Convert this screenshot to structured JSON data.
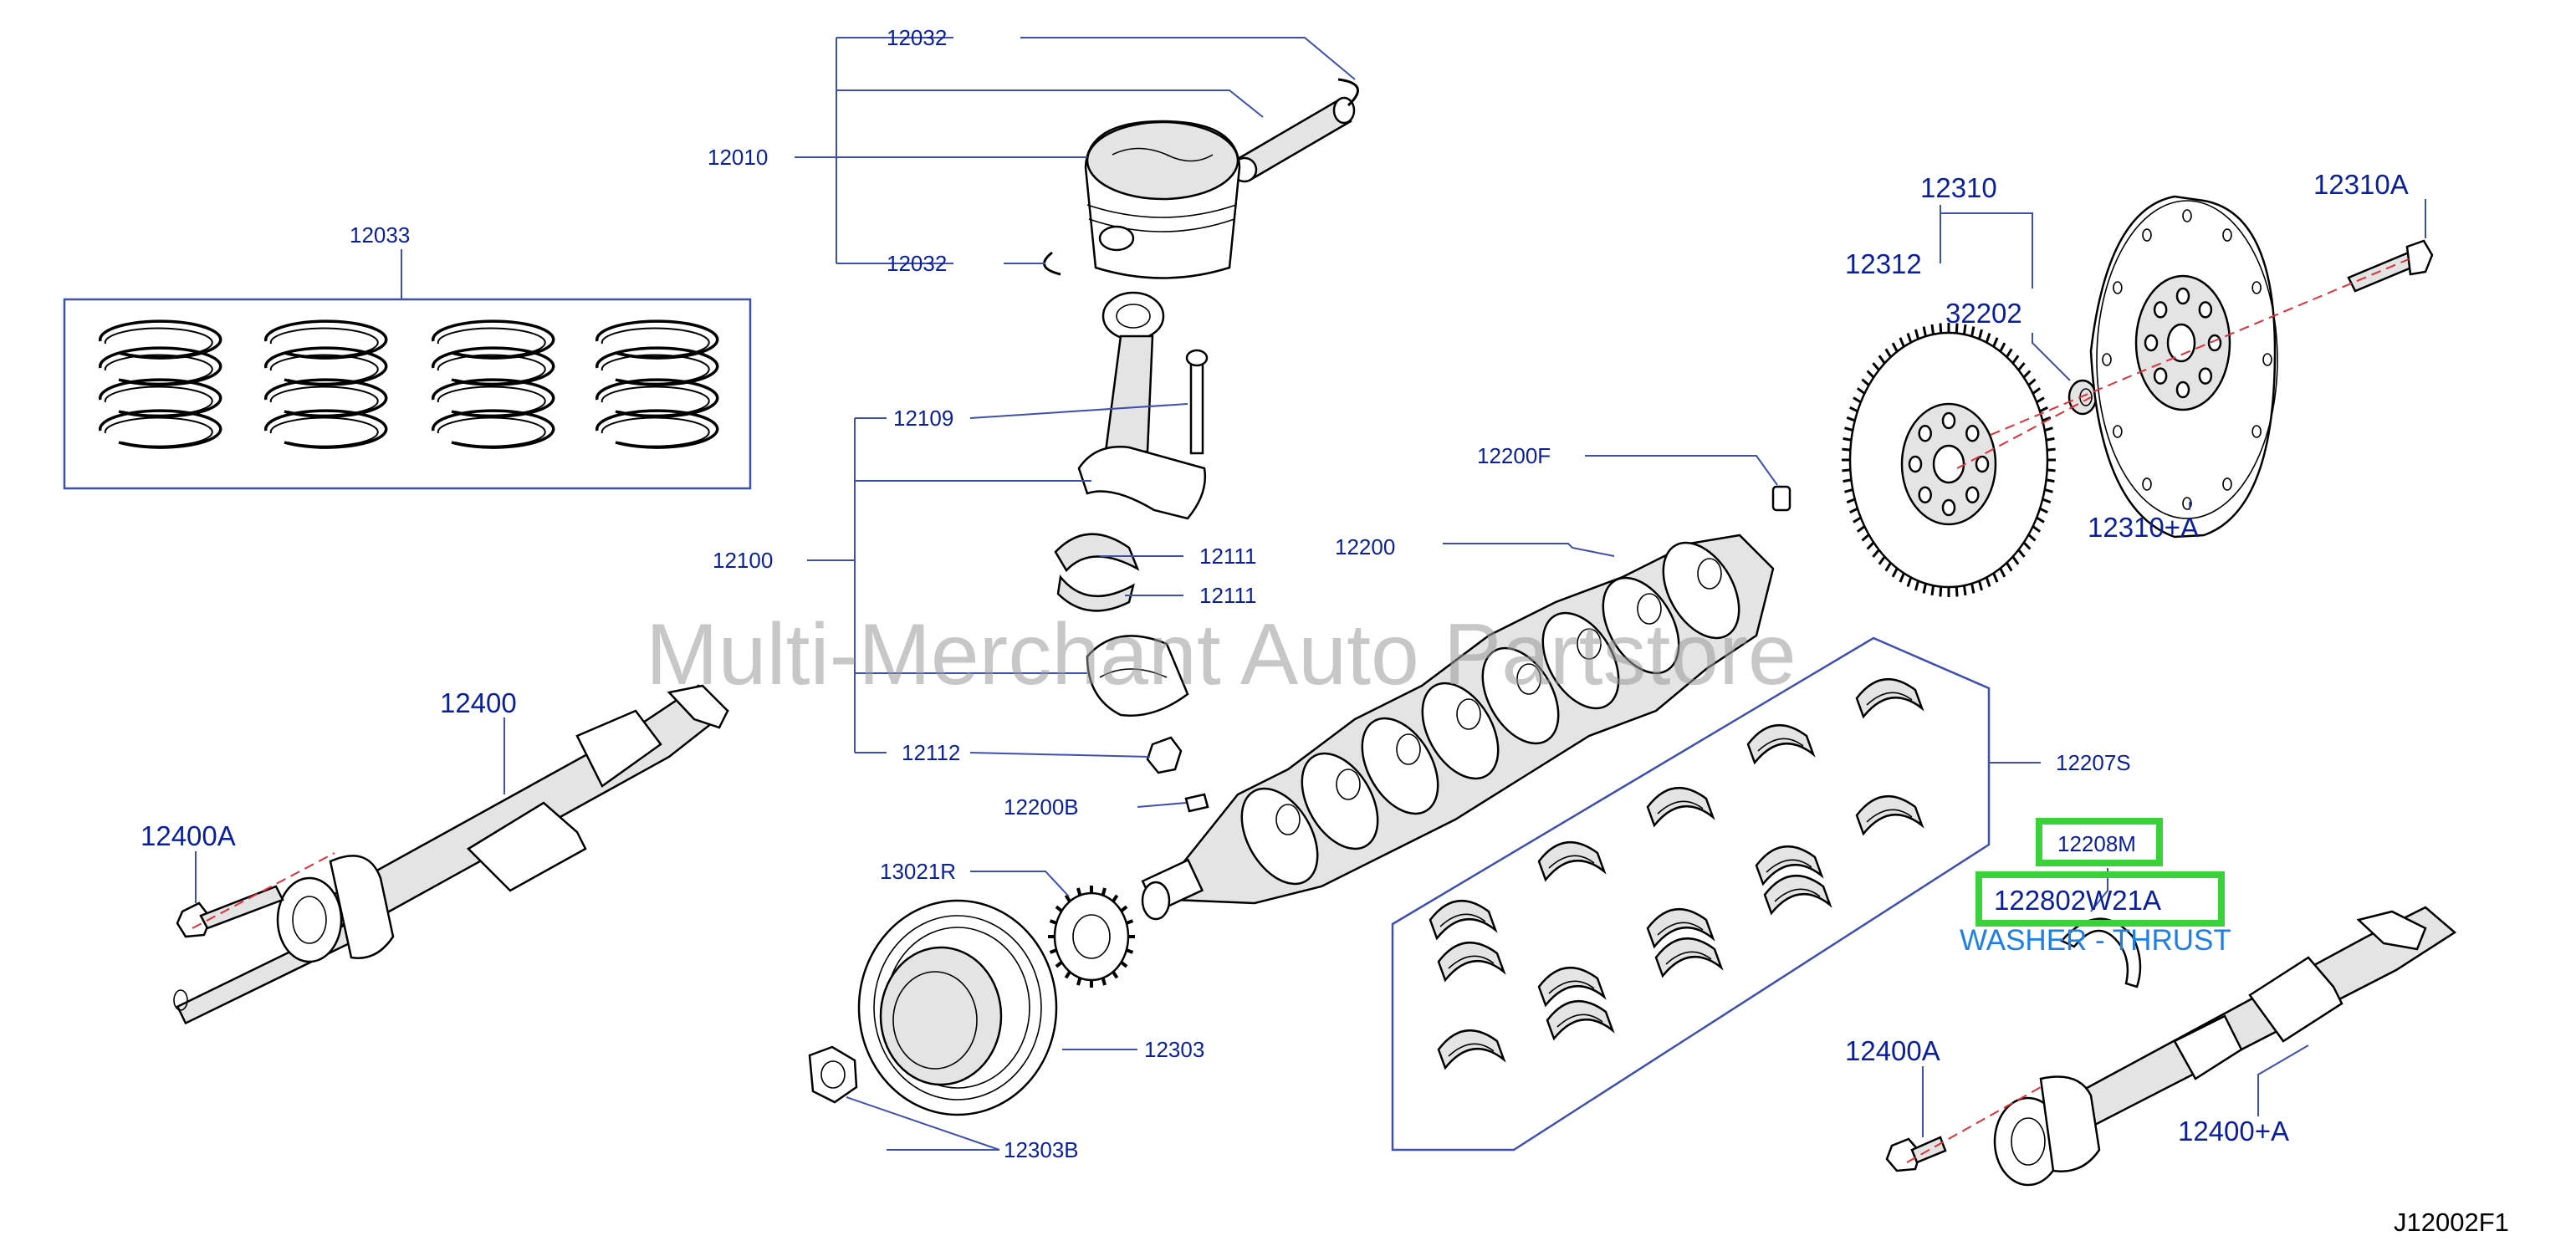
{
  "watermark": "Multi-Merchant Auto Partstore",
  "diagram_code": "J12002F1",
  "labels": {
    "p12032a": "12032",
    "p12010": "12010",
    "p12032b": "12032",
    "p12033": "12033",
    "p12109": "12109",
    "p12100": "12100",
    "p12111a": "12111",
    "p12111b": "12111",
    "p12112": "12112",
    "p12200F": "12200F",
    "p12200": "12200",
    "p12200B": "12200B",
    "p13021R": "13021R",
    "p12303": "12303",
    "p12303B": "12303B",
    "p12400": "12400",
    "p12400A_left": "12400A",
    "p12400A_right": "12400A",
    "p12400plusA": "12400+A",
    "p12310": "12310",
    "p12310A": "12310A",
    "p12312": "12312",
    "p32202": "32202",
    "p12310plusA": "12310+A",
    "p12207S": "12207S",
    "p12208M": "12208M"
  },
  "highlighted_part": {
    "part_number": "122802W21A",
    "description": "WASHER - THRUST"
  },
  "colors": {
    "label_blue": "#0a1f9e",
    "leader_blue": "#3d4fb0",
    "highlight_green": "#3ad13a",
    "description_blue": "#1e7fe6",
    "axis_red": "#e0303a"
  }
}
